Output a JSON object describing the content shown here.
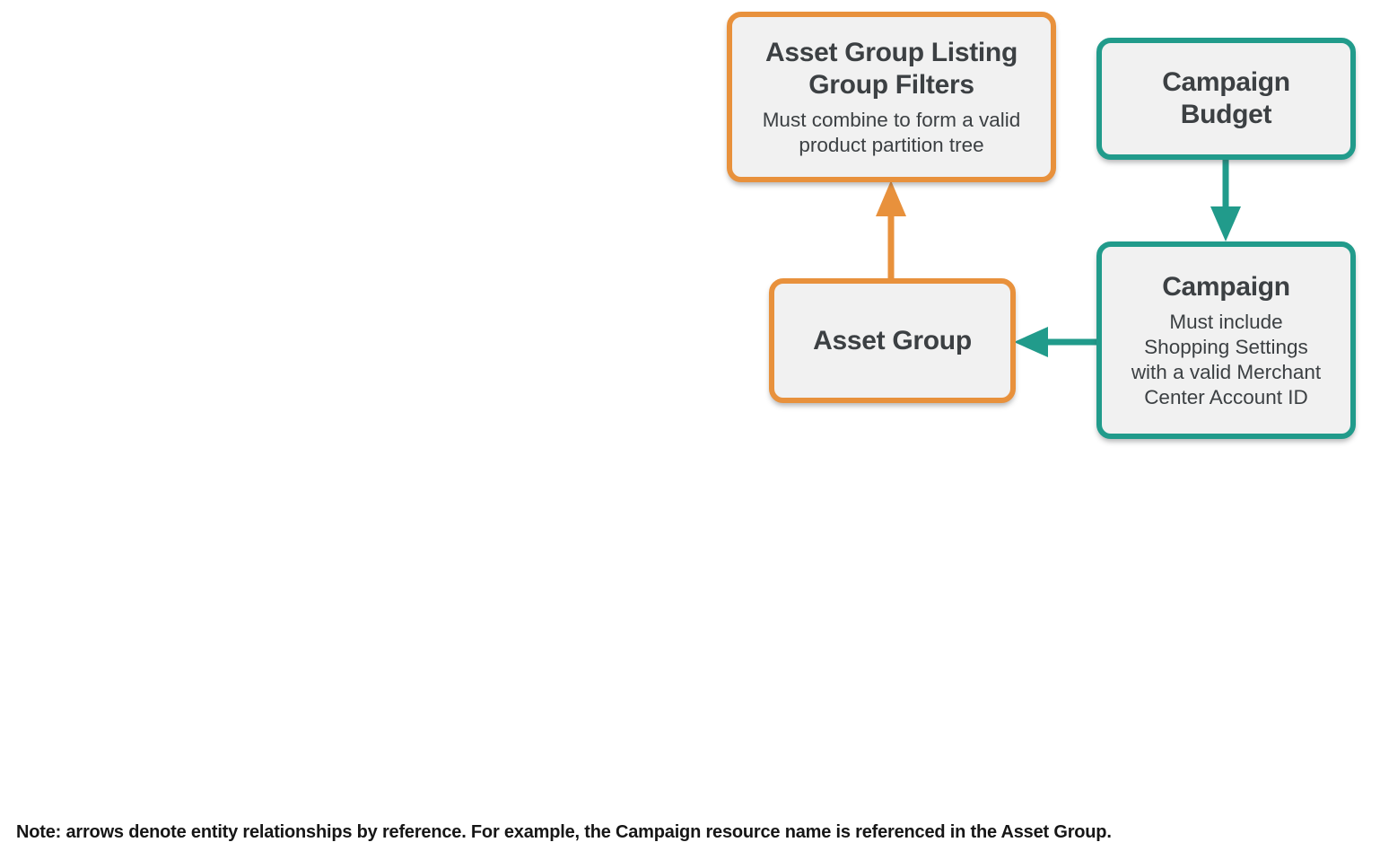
{
  "colors": {
    "orange": "#E8913C",
    "teal": "#219B8B",
    "box-fill": "#F1F1F1",
    "text": "#3C4043",
    "note-text": "#161616"
  },
  "diagram": {
    "nodes": {
      "listing_filters": {
        "title": "Asset Group Listing\nGroup Filters",
        "subtitle": "Must combine to form a valid\nproduct partition tree"
      },
      "campaign_budget": {
        "title": "Campaign\nBudget"
      },
      "asset_group": {
        "title": "Asset Group"
      },
      "campaign": {
        "title": "Campaign",
        "subtitle": "Must include\nShopping Settings\nwith a valid Merchant\nCenter Account ID"
      }
    },
    "arrows": [
      {
        "name": "asset-group-to-listing-filters",
        "color": "orange",
        "direction": "up"
      },
      {
        "name": "campaign-budget-to-campaign",
        "color": "teal",
        "direction": "down"
      },
      {
        "name": "campaign-to-asset-group",
        "color": "teal",
        "direction": "left"
      }
    ]
  },
  "note": "Note: arrows denote entity relationships by reference. For example, the Campaign resource name is referenced in the Asset Group."
}
